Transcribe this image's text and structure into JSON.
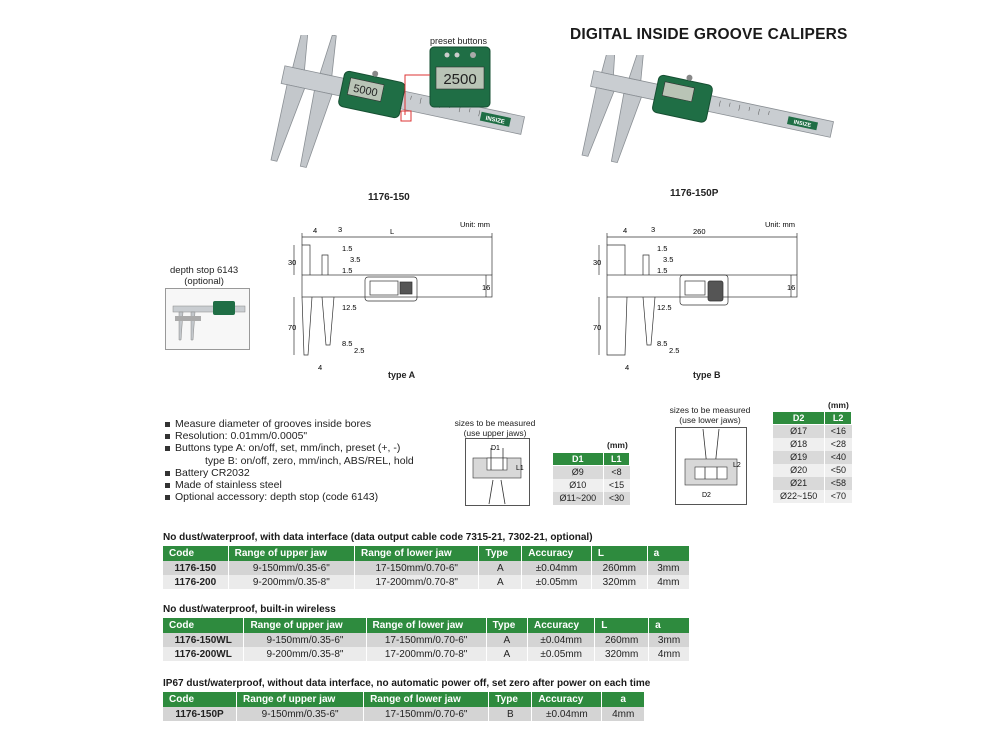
{
  "title": "DIGITAL INSIDE GROOVE CALIPERS",
  "product_images": {
    "model_a": "1176-150",
    "model_b": "1176-150P",
    "callout_label": "preset buttons",
    "display_a": "5000",
    "display_zoom": "2500",
    "brand": "INSIZE"
  },
  "depth_stop": {
    "label_line1": "depth stop 6143",
    "label_line2": "(optional)"
  },
  "drawing_a": {
    "unit": "Unit: mm",
    "length": "L",
    "type": "type A",
    "dims": [
      "4",
      "3",
      "1.5",
      "3.5",
      "1.5",
      "12.5",
      "8.5",
      "2.5",
      "16",
      "30",
      "70",
      "4"
    ]
  },
  "drawing_b": {
    "unit": "Unit: mm",
    "length": "260",
    "type": "type B",
    "dims": [
      "4",
      "3",
      "1.5",
      "3.5",
      "1.5",
      "12.5",
      "8.5",
      "2.5",
      "16",
      "30",
      "70",
      "4"
    ]
  },
  "features": [
    "Measure diameter of grooves inside bores",
    "Resolution: 0.01mm/0.0005\"",
    "Buttons type A: on/off, set, mm/inch, preset (+, -)",
    "type B: on/off, zero, mm/inch, ABS/REL, hold",
    "Battery CR2032",
    "Made of stainless steel",
    "Optional accessory: depth stop (code 6143)"
  ],
  "upper_jaw_diagram": {
    "caption_line1": "sizes to be measured",
    "caption_line2": "(use upper jaws)",
    "d": "D1",
    "l": "L1"
  },
  "lower_jaw_diagram": {
    "caption_line1": "sizes to be measured",
    "caption_line2": "(use lower jaws)",
    "d": "D2",
    "l": "L2"
  },
  "upper_table": {
    "unit": "(mm)",
    "headers": [
      "D1",
      "L1"
    ],
    "rows": [
      [
        "Ø9",
        "<8"
      ],
      [
        "Ø10",
        "<15"
      ],
      [
        "Ø11~200",
        "<30"
      ]
    ]
  },
  "lower_table": {
    "unit": "(mm)",
    "headers": [
      "D2",
      "L2"
    ],
    "rows": [
      [
        "Ø17",
        "<16"
      ],
      [
        "Ø18",
        "<28"
      ],
      [
        "Ø19",
        "<40"
      ],
      [
        "Ø20",
        "<50"
      ],
      [
        "Ø21",
        "<58"
      ],
      [
        "Ø22~150",
        "<70"
      ]
    ]
  },
  "spec_sections": [
    {
      "title": "No dust/waterproof, with data interface (data output cable code 7315-21, 7302-21, optional)",
      "headers": [
        "Code",
        "Range of upper jaw",
        "Range of lower jaw",
        "Type",
        "Accuracy",
        "L",
        "a"
      ],
      "rows": [
        [
          "1176-150",
          "9-150mm/0.35-6\"",
          "17-150mm/0.70-6\"",
          "A",
          "±0.04mm",
          "260mm",
          "3mm"
        ],
        [
          "1176-200",
          "9-200mm/0.35-8\"",
          "17-200mm/0.70-8\"",
          "A",
          "±0.05mm",
          "320mm",
          "4mm"
        ]
      ]
    },
    {
      "title": "No dust/waterproof, built-in wireless",
      "headers": [
        "Code",
        "Range of upper jaw",
        "Range of lower jaw",
        "Type",
        "Accuracy",
        "L",
        "a"
      ],
      "rows": [
        [
          "1176-150WL",
          "9-150mm/0.35-6\"",
          "17-150mm/0.70-6\"",
          "A",
          "±0.04mm",
          "260mm",
          "3mm"
        ],
        [
          "1176-200WL",
          "9-200mm/0.35-8\"",
          "17-200mm/0.70-8\"",
          "A",
          "±0.05mm",
          "320mm",
          "4mm"
        ]
      ]
    },
    {
      "title": "IP67 dust/waterproof, without data interface, no automatic power off, set zero after power on each time",
      "headers": [
        "Code",
        "Range of upper jaw",
        "Range of lower jaw",
        "Type",
        "Accuracy",
        "a"
      ],
      "rows": [
        [
          "1176-150P",
          "9-150mm/0.35-6\"",
          "17-150mm/0.70-6\"",
          "B",
          "±0.04mm",
          "4mm"
        ]
      ]
    }
  ],
  "colors": {
    "accent_green": "#2e8b3e",
    "body_green": "#1f6e45",
    "steel": "#c8ccd0"
  }
}
